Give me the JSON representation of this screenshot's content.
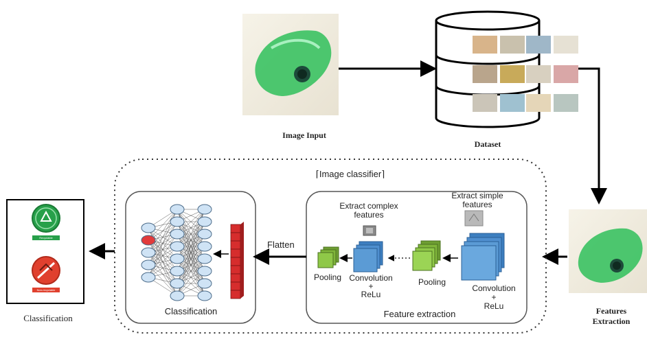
{
  "labels": {
    "image_input": "Image Input",
    "dataset": "Dataset",
    "features_extraction_line1": "Features",
    "features_extraction_line2": "Extraction",
    "image_classifier": "Image classifier",
    "extract_complex_line1": "Extract complex",
    "extract_complex_line2": "features",
    "extract_simple_line1": "Extract simple",
    "extract_simple_line2": "features",
    "flatten": "Flatten",
    "pooling_left": "Pooling",
    "convolution_left_1": "Convolution",
    "convolution_left_2": "+",
    "convolution_left_3": "ReLu",
    "pooling_right": "Pooling",
    "convolution_right_1": "Convolution",
    "convolution_right_2": "+",
    "convolution_right_3": "ReLu",
    "feature_extraction": "Feature extraction",
    "classification_inner": "Classification",
    "classification_outer": "Classification"
  },
  "output_badges": {
    "recyclable": "Recyclable",
    "non_recyclable": "Non-recyclable"
  },
  "colors": {
    "bottle_green": "#2fbf5a",
    "node_blue": "#cfe3f5",
    "node_red": "#e23b3b",
    "flatten_red": "#d62d2d",
    "conv_blue": "#5b9bd5",
    "pool_green": "#7fb53a",
    "badge_green": "#27a04a",
    "badge_red": "#e0402e"
  }
}
